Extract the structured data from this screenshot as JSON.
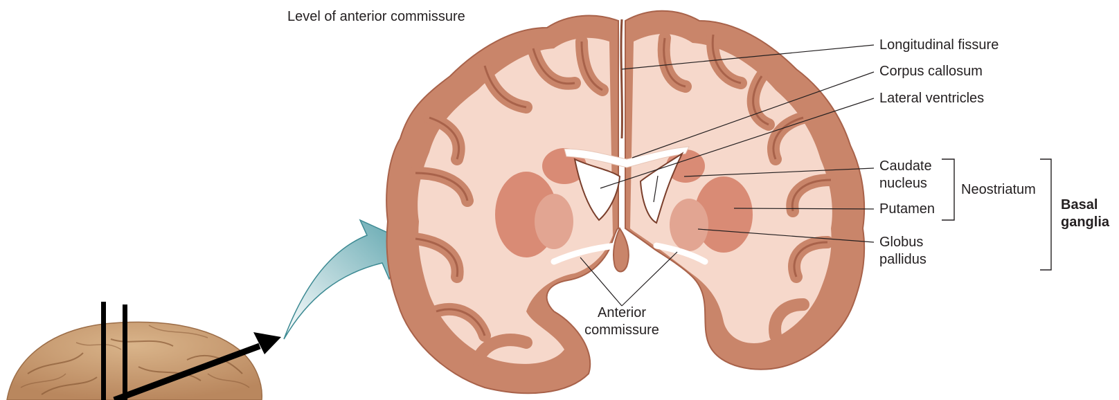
{
  "heading": "Level of anterior commissure",
  "labels": {
    "longitudinal_fissure": "Longitudinal fissure",
    "corpus_callosum": "Corpus callosum",
    "lateral_ventricles": "Lateral ventricles",
    "caudate_nucleus_line1": "Caudate",
    "caudate_nucleus_line2": "nucleus",
    "putamen": "Putamen",
    "globus_pallidus_line1": "Globus",
    "globus_pallidus_line2": "pallidus",
    "neostriatum": "Neostriatum",
    "basal_ganglia_line1": "Basal",
    "basal_ganglia_line2": "ganglia",
    "anterior_commissure_line1": "Anterior",
    "anterior_commissure_line2": "commissure"
  },
  "colors": {
    "cortex": "#c9856a",
    "cortex_dark": "#a8624a",
    "white_matter": "#f6d8cb",
    "nucleus": "#d98b75",
    "pallidus": "#e2a592",
    "ventricle": "#ffffff",
    "arrow_fill": "#7fb8c0",
    "leader_line": "#231f20"
  }
}
